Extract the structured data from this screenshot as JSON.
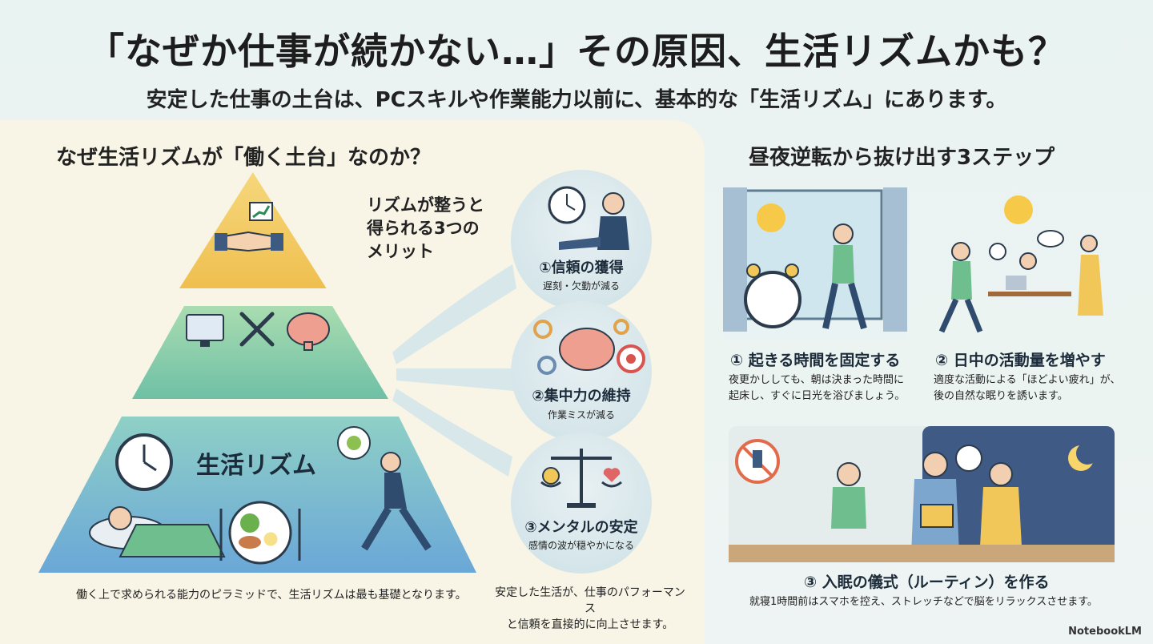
{
  "header": {
    "title": "「なぜか仕事が続かない…」その原因、生活リズムかも？",
    "subtitle": "安定した仕事の土台は、PCスキルや作業能力以前に、基本的な「生活リズム」にあります。"
  },
  "left": {
    "heading": "なぜ生活リズムが「働く土台」なのか？",
    "pyramid_label": "生活リズム",
    "pyramid_caption": "働く上で求められる能力のピラミッドで、生活リズムは最も基礎となります。",
    "merits_title": "リズムが整うと\n得られる3つの\nメリット",
    "merits": [
      {
        "title": "①信頼の獲得",
        "sub": "遅刻・欠勤が減る"
      },
      {
        "title": "②集中力の維持",
        "sub": "作業ミスが減る"
      },
      {
        "title": "③メンタルの安定",
        "sub": "感情の波が穏やかになる"
      }
    ],
    "merits_caption": "安定した生活が、仕事のパフォーマンス\nと信頼を直接的に向上させます。"
  },
  "right": {
    "heading": "昼夜逆転から抜け出す3ステップ",
    "steps": [
      {
        "title": "① 起きる時間を固定する",
        "desc": "夜更かししても、朝は決まった時間に\n起床し、すぐに日光を浴びましょう。"
      },
      {
        "title": "② 日中の活動量を増やす",
        "desc": "適度な活動による「ほどよい疲れ」が、\n後の自然な眠りを誘います。"
      },
      {
        "title": "③ 入眠の儀式（ルーティン）を作る",
        "desc": "就寝1時間前はスマホを控え、ストレッチなどで脳をリラックスさせます。"
      }
    ]
  },
  "footer": {
    "brand": "NotebookLM"
  },
  "colors": {
    "pyramid_top": "#f2c75a",
    "pyramid_mid": "#8fcf9e",
    "pyramid_base": "#7fb9d6",
    "accent_text": "#1c2b3a"
  },
  "icons": [
    "handshake-icon",
    "chart-icon",
    "monitor-icon",
    "tools-icon",
    "brain-icon",
    "clock-icon",
    "plate-icon",
    "target-icon",
    "gear-icon",
    "scale-icon",
    "sun-icon",
    "alarm-clock-icon",
    "phone-ban-icon",
    "moon-icon",
    "tea-icon",
    "book-icon"
  ]
}
